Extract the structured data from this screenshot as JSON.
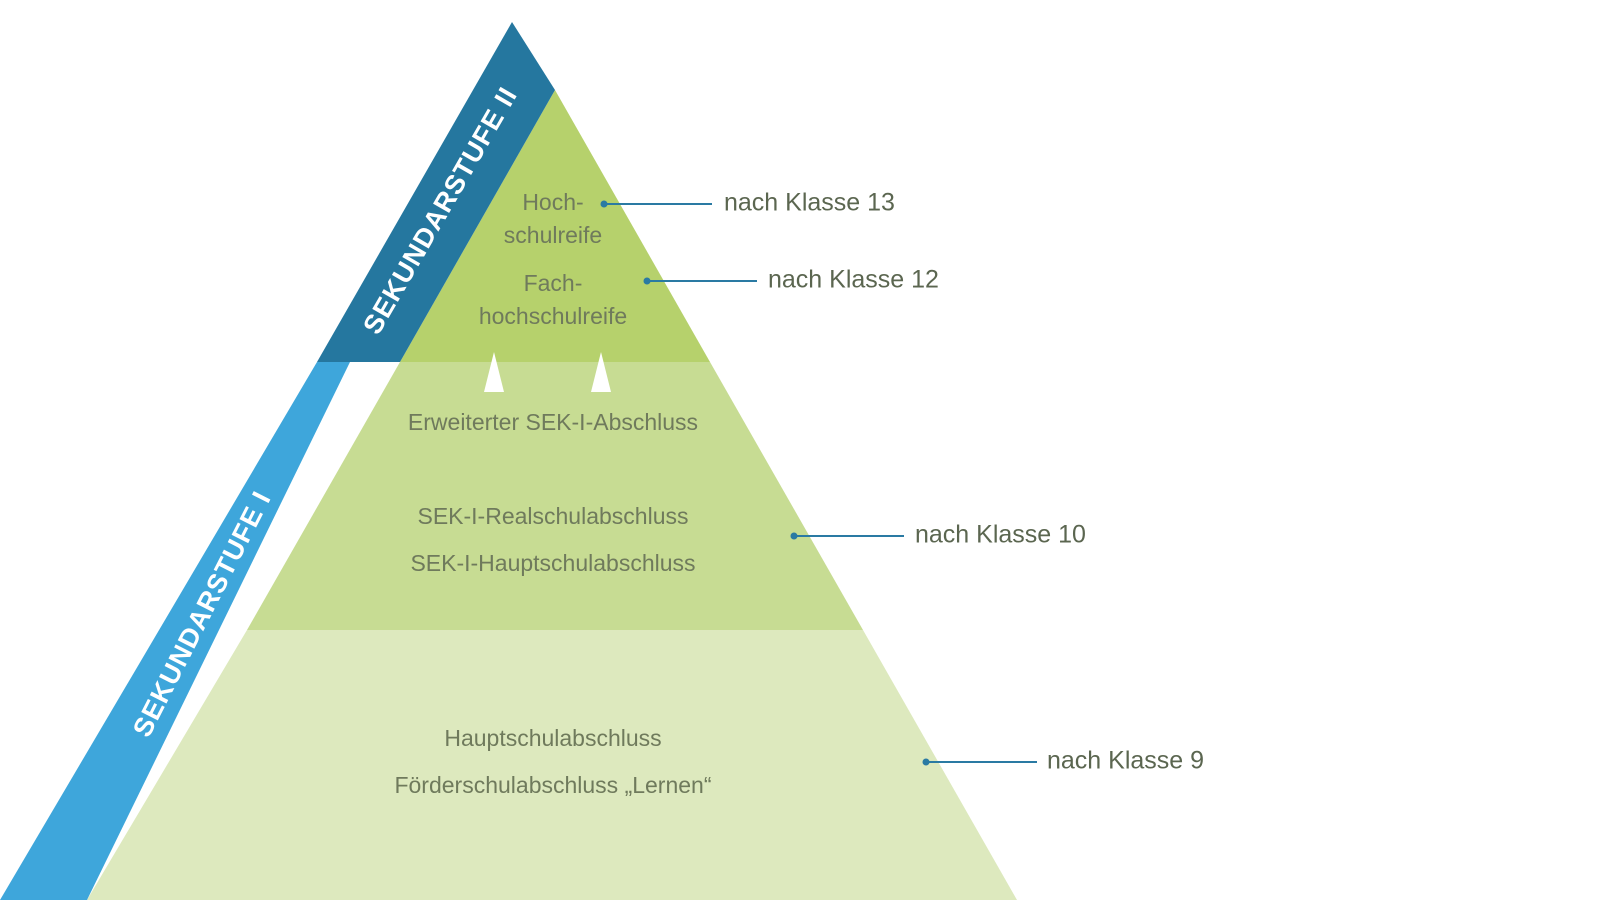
{
  "colors": {
    "sek2_band": "#25779f",
    "sek1_band": "#3ea6db",
    "upper_fill": "#b6d16c",
    "middle_fill": "#c7dc93",
    "lower_fill": "#dde9be",
    "leader_line": "#2a7aa3",
    "text": "#6f7a5c"
  },
  "bands": {
    "sek2": "SEKUNDARSTUFE II",
    "sek1": "SEKUNDARSTUFE I"
  },
  "degrees": {
    "hochschulreife_1": "Hoch-",
    "hochschulreife_2": "schulreife",
    "fachhochschulreife_1": "Fach-",
    "fachhochschulreife_2": "hochschulreife",
    "erweiterter": "Erweiterter SEK-I-Abschluss",
    "realschul": "SEK-I-Realschulabschluss",
    "hauptschul_sek1": "SEK-I-Hauptschulabschluss",
    "hauptschul": "Hauptschulabschluss",
    "foerderschul": "Förderschulabschluss „Lernen“"
  },
  "notes": {
    "k13": "nach Klasse 13",
    "k12": "nach Klasse 12",
    "k10": "nach Klasse 10",
    "k9": "nach Klasse 9"
  }
}
